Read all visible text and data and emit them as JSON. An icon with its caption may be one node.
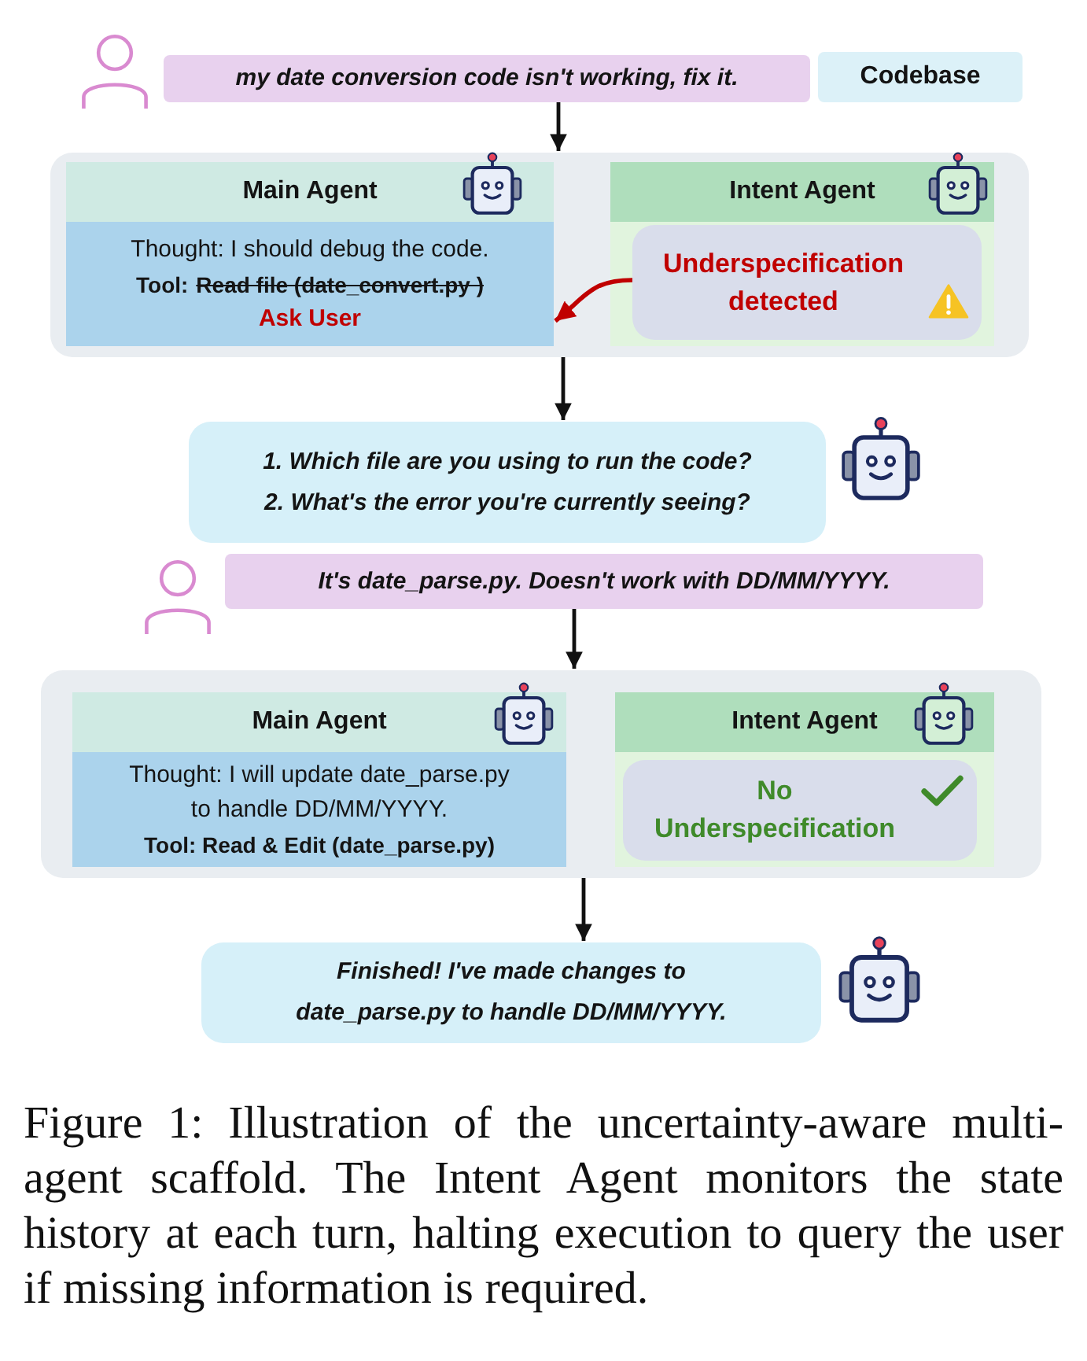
{
  "diagram": {
    "nodes": [
      {
        "text": [
          "my date conversion code isn't working, fix it."
        ]
      },
      {
        "text": [
          "Codebase"
        ]
      },
      {
        "text": [],
        "shape": "box"
      },
      {
        "text": [
          "Main Agent",
          "Thought: I should debug the code.",
          "Tool:",
          "Read file (date_convert.py )",
          "Ask User"
        ],
        "in": 2
      },
      {
        "text": [
          "Intent Agent"
        ],
        "in": 2
      },
      {
        "text": [
          "Underspecification detected"
        ],
        "in": 4
      },
      {
        "text": [
          "1. Which file are you using to run the code?",
          "2. What's the error you're currently seeing?"
        ]
      },
      {
        "text": [
          "It's date_parse.py. Doesn't work with DD/MM/YYYY."
        ]
      },
      {
        "text": [],
        "shape": "box"
      },
      {
        "text": [
          "Main Agent",
          "Thought: I will update date_parse.py to handle DD/MM/YYYY.",
          "Tool: Read & Edit (date_parse.py)"
        ],
        "in": 8
      },
      {
        "text": [
          "Intent Agent"
        ],
        "in": 8
      },
      {
        "text": [
          "No Underspecification"
        ],
        "in": 10
      },
      {
        "text": [
          "Finished! I've made changes to date_parse.py to handle DD/MM/YYYY."
        ]
      }
    ],
    "edges": [
      {
        "from": 0,
        "to": 2,
        "arrow": "to"
      },
      {
        "from": 5,
        "to": 3,
        "arrow": "to",
        "color": "#c00000"
      },
      {
        "from": 2,
        "to": 6,
        "arrow": "to"
      },
      {
        "from": 7,
        "to": 8,
        "arrow": "to"
      },
      {
        "from": 8,
        "to": 12,
        "arrow": "to"
      }
    ],
    "caption": "Figure 1: Illustration of the uncertainty-aware multi-agent scaffold. The Intent Agent monitors the state history at each turn, halting execution to query the user if missing information is required."
  }
}
